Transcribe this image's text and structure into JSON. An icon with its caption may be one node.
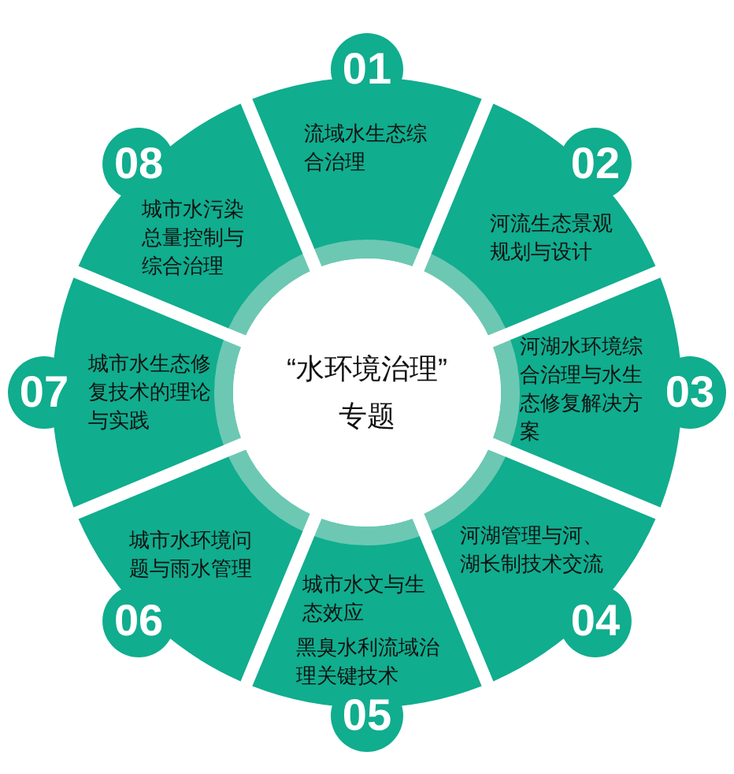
{
  "diagram": {
    "nodes": [
      {
        "text": [
          "01",
          "流域水生态综合治理"
        ]
      },
      {
        "text": [
          "02",
          "河流生态景观规划与设计"
        ]
      },
      {
        "text": [
          "河湖水环境综合治理与水生态修复解决方案",
          "03"
        ]
      },
      {
        "text": [
          "河湖管理与河、湖长制技术交流",
          "04"
        ]
      },
      {
        "text": [
          "城市水文与生态效应",
          "黑臭水利流域治理关键技术",
          "05"
        ]
      },
      {
        "text": [
          "城市水环境问题与雨水管理",
          "06"
        ]
      },
      {
        "text": [
          "07",
          "城市水生态修复技术的理论与实践"
        ]
      },
      {
        "text": [
          "08",
          "城市水污染总量控制与综合治理"
        ]
      },
      {
        "text": [
          "“水环境治理”",
          "专题"
        ]
      }
    ]
  }
}
